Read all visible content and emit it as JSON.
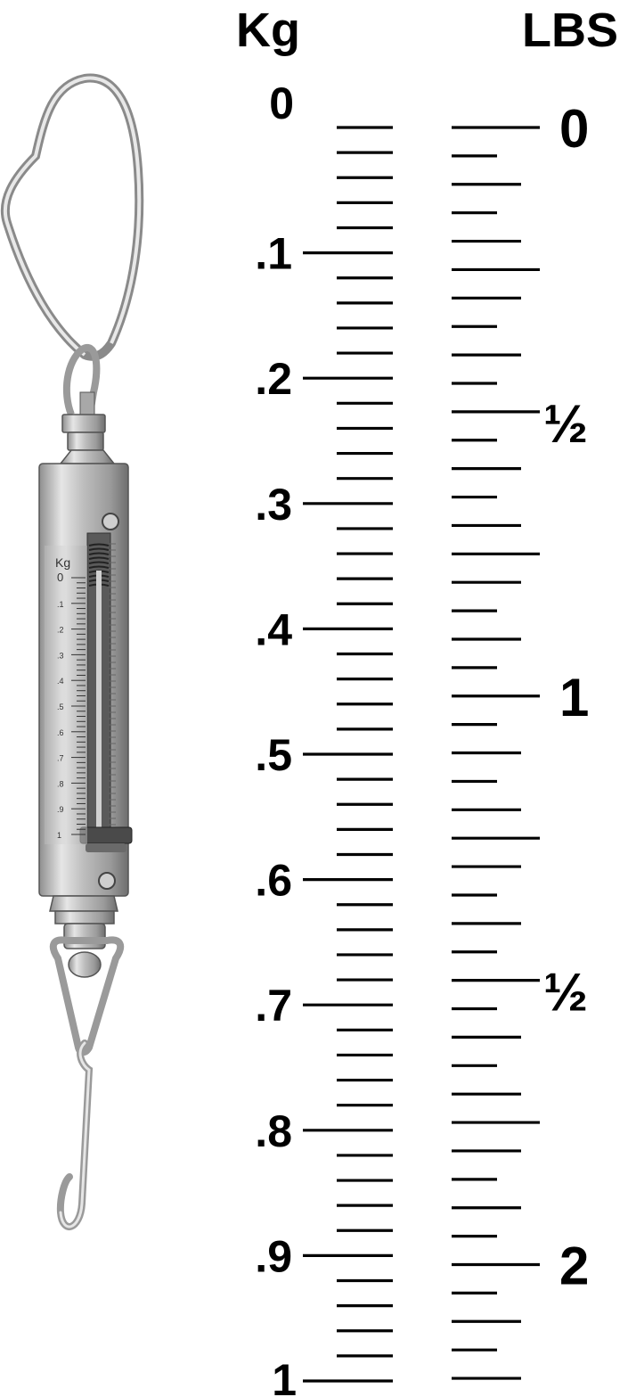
{
  "kg_scale": {
    "unit_label": "Kg",
    "labels": [
      "0",
      ".1",
      ".2",
      ".3",
      ".4",
      ".5",
      ".6",
      ".7",
      ".8",
      ".9",
      "1"
    ]
  },
  "lbs_scale": {
    "unit_label": "LBS",
    "labels": [
      "0",
      "½",
      "1",
      "½",
      "2"
    ]
  },
  "scale_device": {
    "dial_unit": "Kg",
    "dial_labels": [
      "0",
      ".1",
      ".2",
      ".3",
      ".4",
      ".5",
      ".6",
      ".7",
      ".8",
      ".9",
      "1"
    ]
  },
  "chart_data": {
    "type": "table",
    "kg_range": [
      0,
      1
    ],
    "kg_major_step": 0.1,
    "kg_minor_per_major": 5,
    "lbs_range": [
      0,
      2.205
    ],
    "lbs_major_step": 0.5,
    "lbs_minor_step": 0.05
  }
}
